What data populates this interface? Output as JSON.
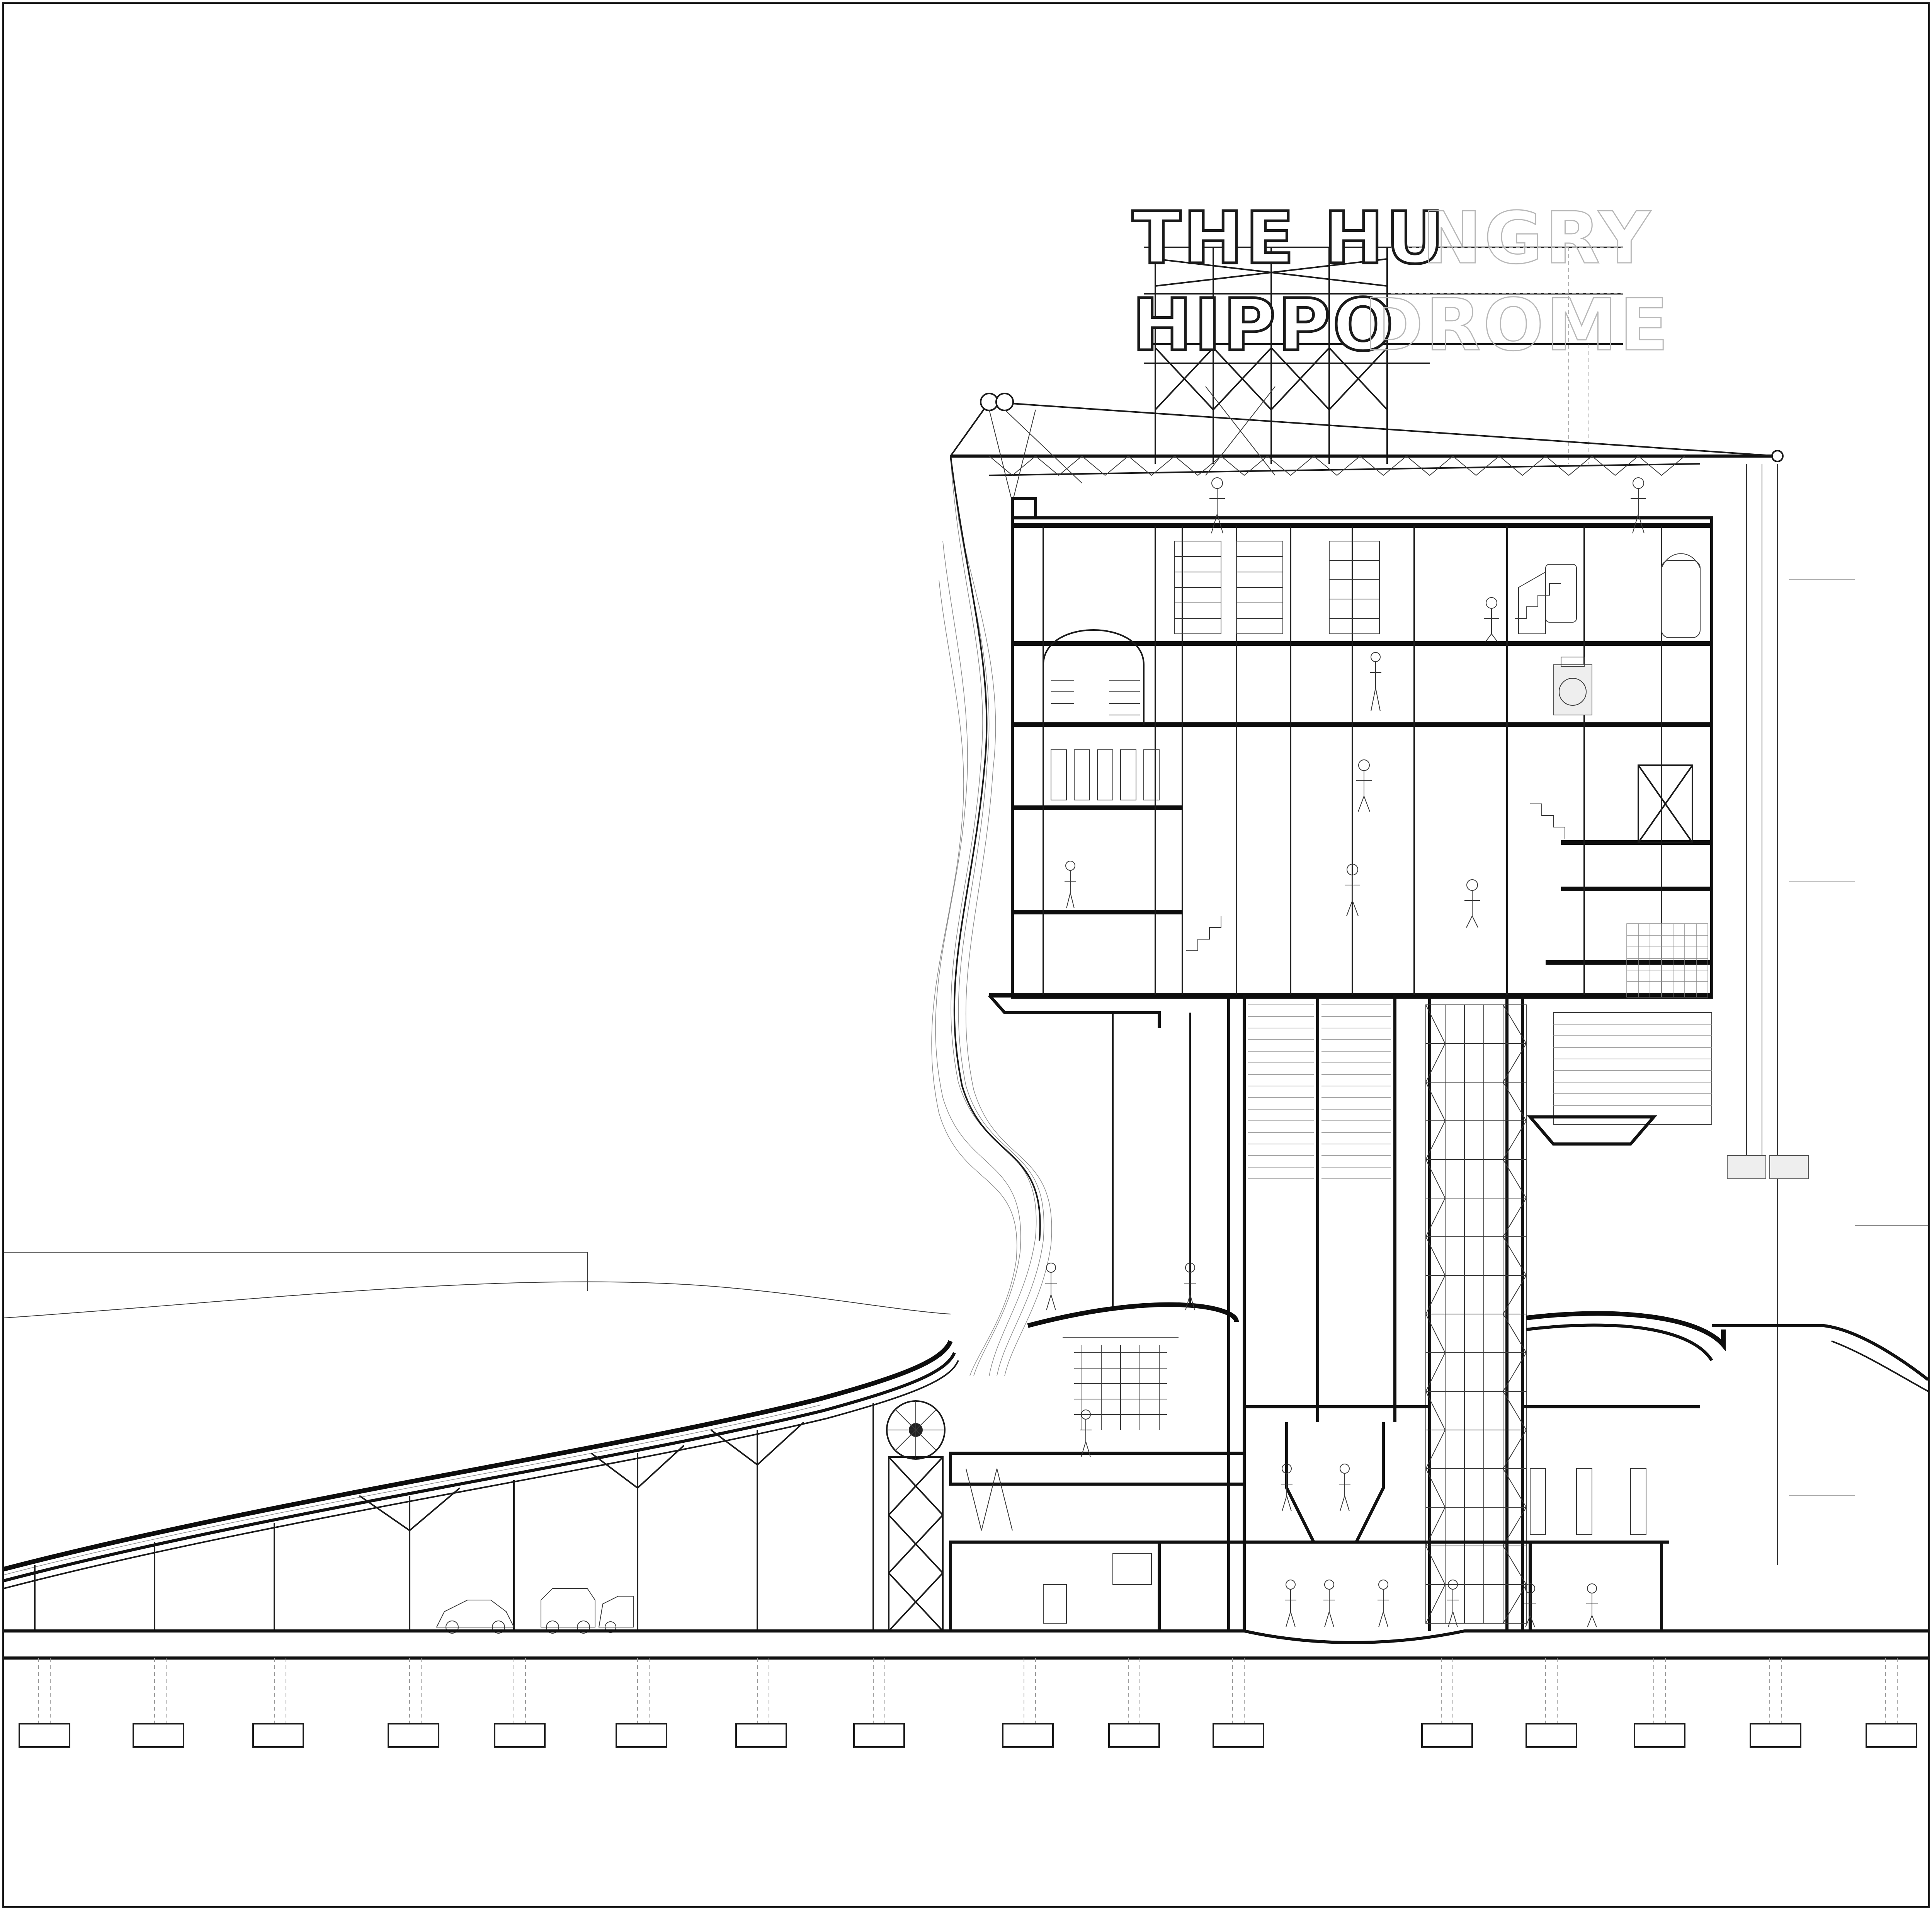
{
  "sign": {
    "line1": "THE HUNGRY",
    "line2": "HIPPODROME",
    "line1_solid": "THE HU",
    "line1_ghost": "NGRY",
    "line2_solid": "HIPPO",
    "line2_ghost": "DROME"
  },
  "colors": {
    "line": "#1a1a1a",
    "background": "#ffffff",
    "ghost": "#b8b8b8"
  }
}
